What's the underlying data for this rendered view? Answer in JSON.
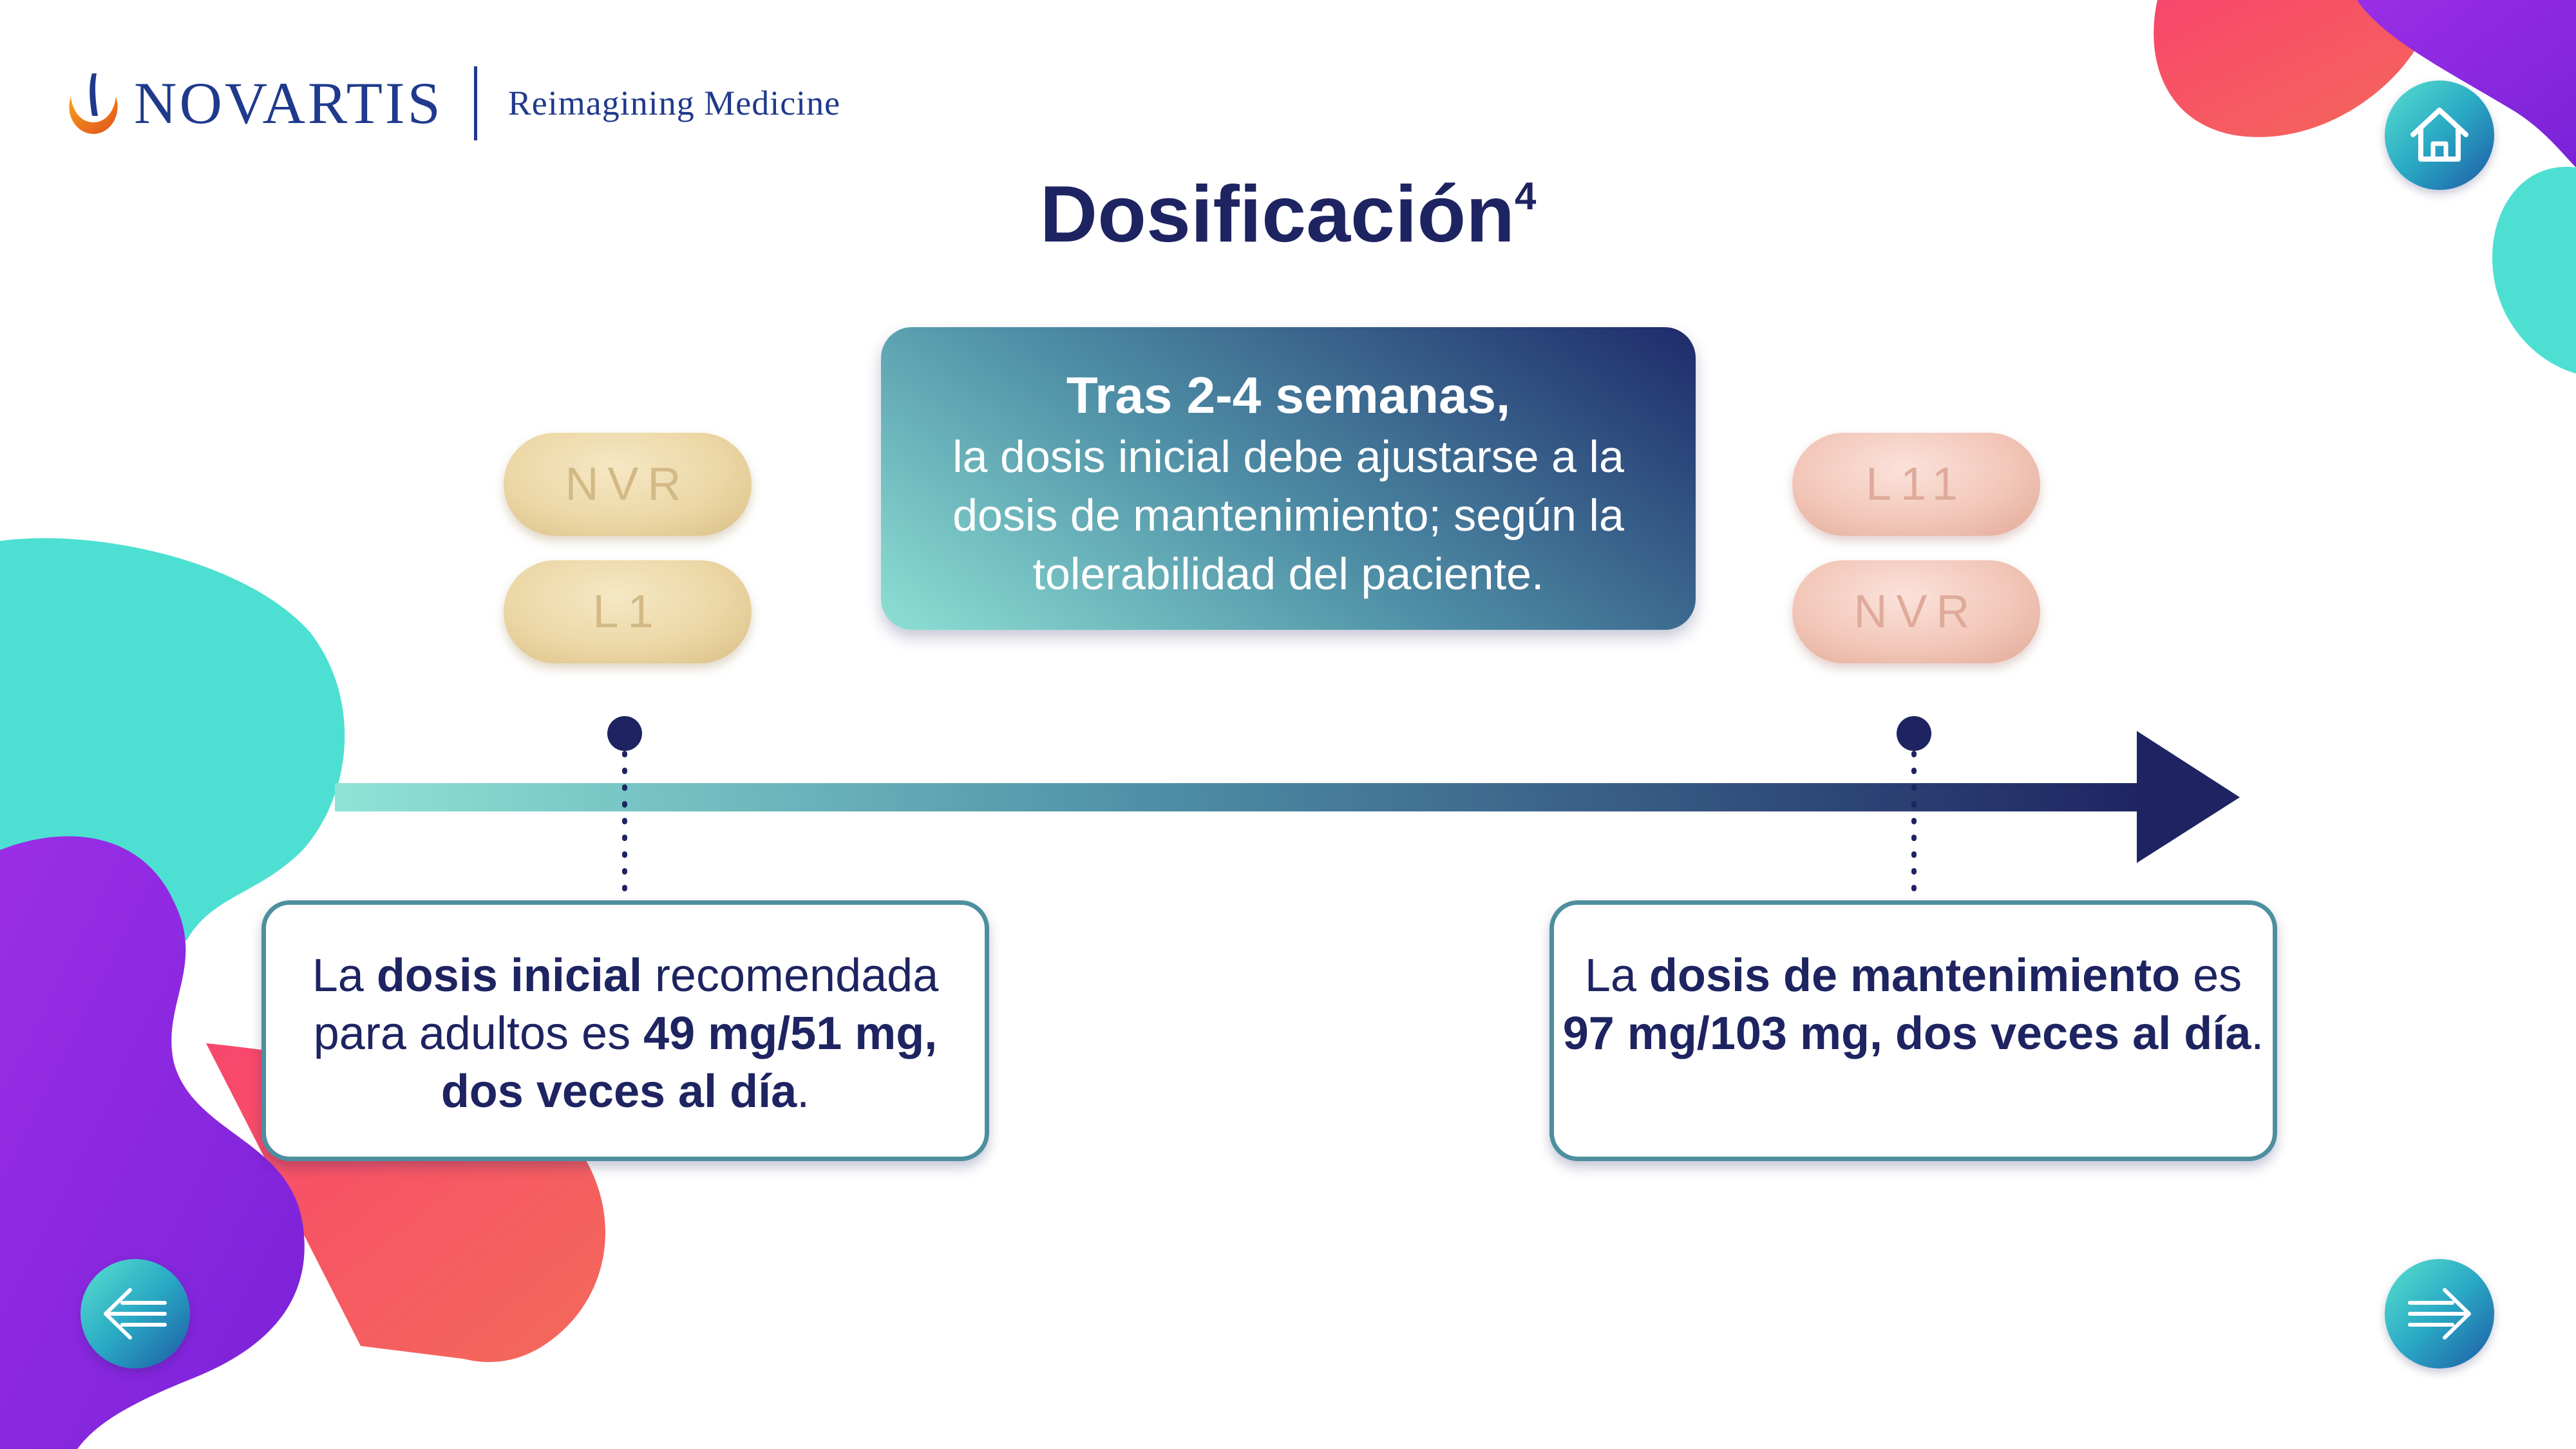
{
  "header": {
    "brand": "NOVARTIS",
    "tagline": "Reimagining Medicine"
  },
  "slide": {
    "title": "Dosificación",
    "title_ref": "4"
  },
  "callout": {
    "lead": "Tras 2-4 semanas,",
    "body": "la dosis inicial debe ajustarse a la dosis de mantenimiento; según la tolerabilidad del paciente."
  },
  "pills": {
    "initial_top": "NVR",
    "initial_bottom": "L1",
    "maintenance_top": "L11",
    "maintenance_bottom": "NVR"
  },
  "initial_box": {
    "p1": "La ",
    "b1": "dosis inicial",
    "p2": " recomendada para adultos es ",
    "b2": "49 mg/51 mg, dos veces al día",
    "p3": "."
  },
  "maintenance_box": {
    "p1": "La ",
    "b1": "dosis de mantenimiento",
    "p2": " es ",
    "b2": "97 mg/103 mg, dos veces al día",
    "p3": "."
  },
  "nav": {
    "home_icon": "home-icon",
    "back_icon": "arrow-left-icon",
    "next_icon": "arrow-right-icon"
  },
  "colors": {
    "navy": "#1e2461",
    "teal": "#4de0d2",
    "purple": "#8b2be2",
    "coral": "#f0506e"
  }
}
